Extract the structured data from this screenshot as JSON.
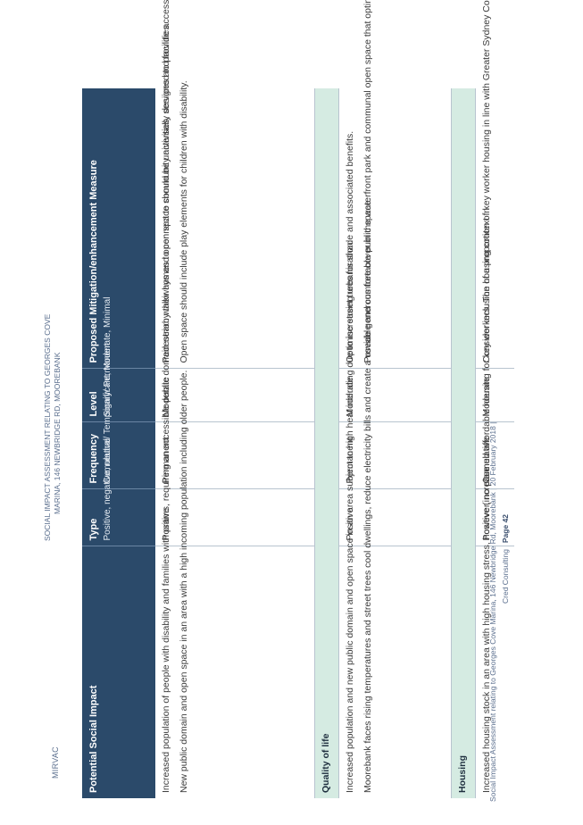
{
  "header": {
    "company": "MIRVAC",
    "report_title_line1": "SOCIAL IMPACT ASSESSMENT RELATING TO GEORGES COVE",
    "report_title_line2": "MARINA, 146 NEWBRIDGE RD, MOOREBANK"
  },
  "footer": {
    "line1": "Social Impact Assessment relating to Georges Cove Marina, 146 Newbridge Rd, Moorebank | 20 February 2018 |",
    "line2_prefix": "Cred Consulting | ",
    "page": "Page 42"
  },
  "table": {
    "headers": {
      "impact": "Potential Social Impact",
      "type": "Type",
      "type_sub": "Positive, negative, neutral",
      "frequency": "Frequency",
      "frequency_sub": "Cumulative/ Temporary/ Permanent",
      "level": "Level",
      "level_sub": "Significant, Moderate, Minimal",
      "measure": "Proposed Mitigation/enhancement Measure"
    },
    "rows": [
      {
        "impact_p1": "Increased population of people with disability and families with prams, requiring an accessible public domain nearby their homes to connect to community activities, services and facilities.",
        "impact_p2": "New public domain and open space in an area with a high incoming population including older people.",
        "type": "Positive",
        "frequency": "Permanent",
        "level": "Moderate",
        "measure_p1": "Pedestrian walkways and open space should be universally designed to provide access for people with disability, older people and people using prams.",
        "measure_p2": "Open space should include play elements for children with disability."
      },
      {
        "section": "Quality of life"
      },
      {
        "impact_p1": "Increased population and new public domain and open space in an area subject to high heat including due to increasing urbanisation.",
        "impact_p2": "Moorebank faces rising temperatures and street trees cool dwellings, reduce electricity bills and create a useable and comfortable public space.",
        "type": "Positive",
        "frequency": "Permanent",
        "level": "Moderate",
        "measure_p1": "Optimise street trees for shade and associated benefits.",
        "measure_p2": "Provide generous tree cover in the waterfront park and communal open space that optimises shade to create a usable space in hot weather."
      },
      {
        "section": "Housing"
      },
      {
        "impact_p1": "Increased housing stock in an area with high housing stress, however, no planned affordable housing for key workers. The housing context in",
        "type": "Positive (increase",
        "frequency": "Cumulative",
        "level": "Moderate",
        "measure_p1": "Consider inclusion of a proportion of key worker housing in line with Greater Sydney Commission's"
      }
    ]
  }
}
